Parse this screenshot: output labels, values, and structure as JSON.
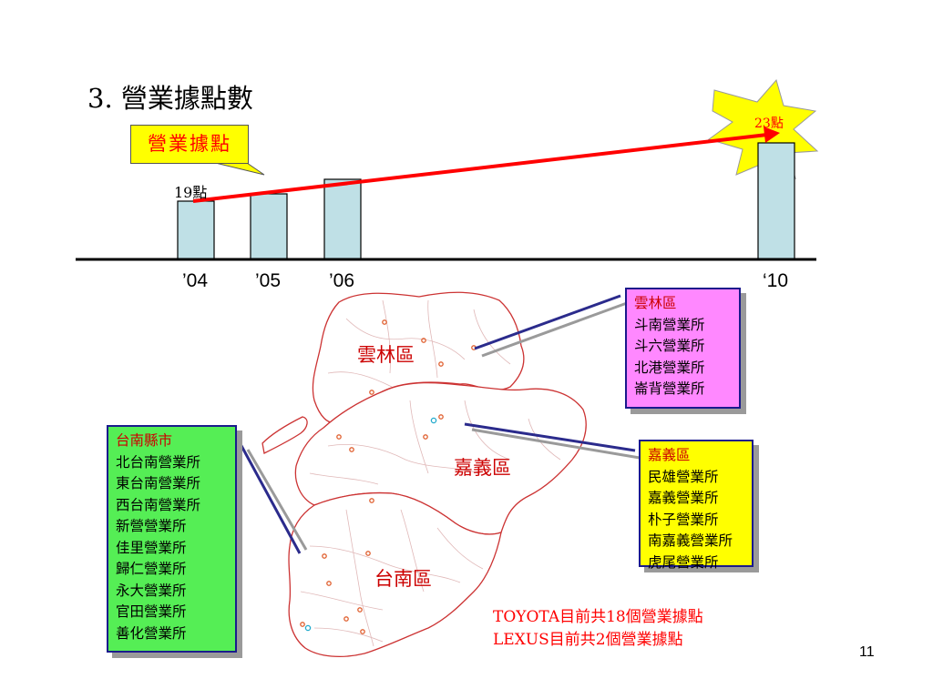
{
  "title": "3. 營業據點數",
  "callout": {
    "label": "營業據點"
  },
  "bar_chart": {
    "first_value_label": "19點",
    "highlight_label": "23點",
    "years": [
      "’04",
      "’05",
      "’06",
      "‘10"
    ]
  },
  "chart_data": {
    "type": "bar",
    "categories": [
      "’04",
      "’05",
      "’06",
      "‘10"
    ],
    "values": [
      19,
      20,
      21,
      23
    ],
    "data_labels": [
      "19點",
      "",
      "",
      "23點"
    ],
    "title": "",
    "xlabel": "",
    "ylabel": "",
    "trend_arrow": true
  },
  "map": {
    "regions": [
      {
        "label": "雲林區"
      },
      {
        "label": "嘉義區"
      },
      {
        "label": "台南區"
      }
    ]
  },
  "boxes": {
    "yunlin": {
      "header": "雲林區",
      "items": [
        "斗南營業所",
        "斗六營業所",
        "北港營業所",
        "崙背營業所"
      ]
    },
    "chiayi": {
      "header": "嘉義區",
      "items": [
        "民雄營業所",
        "嘉義營業所",
        "朴子營業所",
        "南嘉義營業所",
        "虎尾營業所"
      ]
    },
    "tainan": {
      "header": "台南縣市",
      "items": [
        "北台南營業所",
        "東台南營業所",
        "西台南營業所",
        "新營營業所",
        "佳里營業所",
        "歸仁營業所",
        "永大營業所",
        "官田營業所",
        "善化營業所"
      ]
    }
  },
  "summary": {
    "line1": "TOYOTA目前共18個營業據點",
    "line2": "LEXUS目前共2個營業據點"
  },
  "page_number": "11",
  "colors": {
    "bar_fill": "#bfe0e6",
    "arrow": "#ff0000",
    "callout_fill": "#ffff00",
    "yunlin_box": "#ff88ff",
    "chiayi_box": "#ffff00",
    "tainan_box": "#55ee55",
    "region_border": "#cc3333"
  }
}
